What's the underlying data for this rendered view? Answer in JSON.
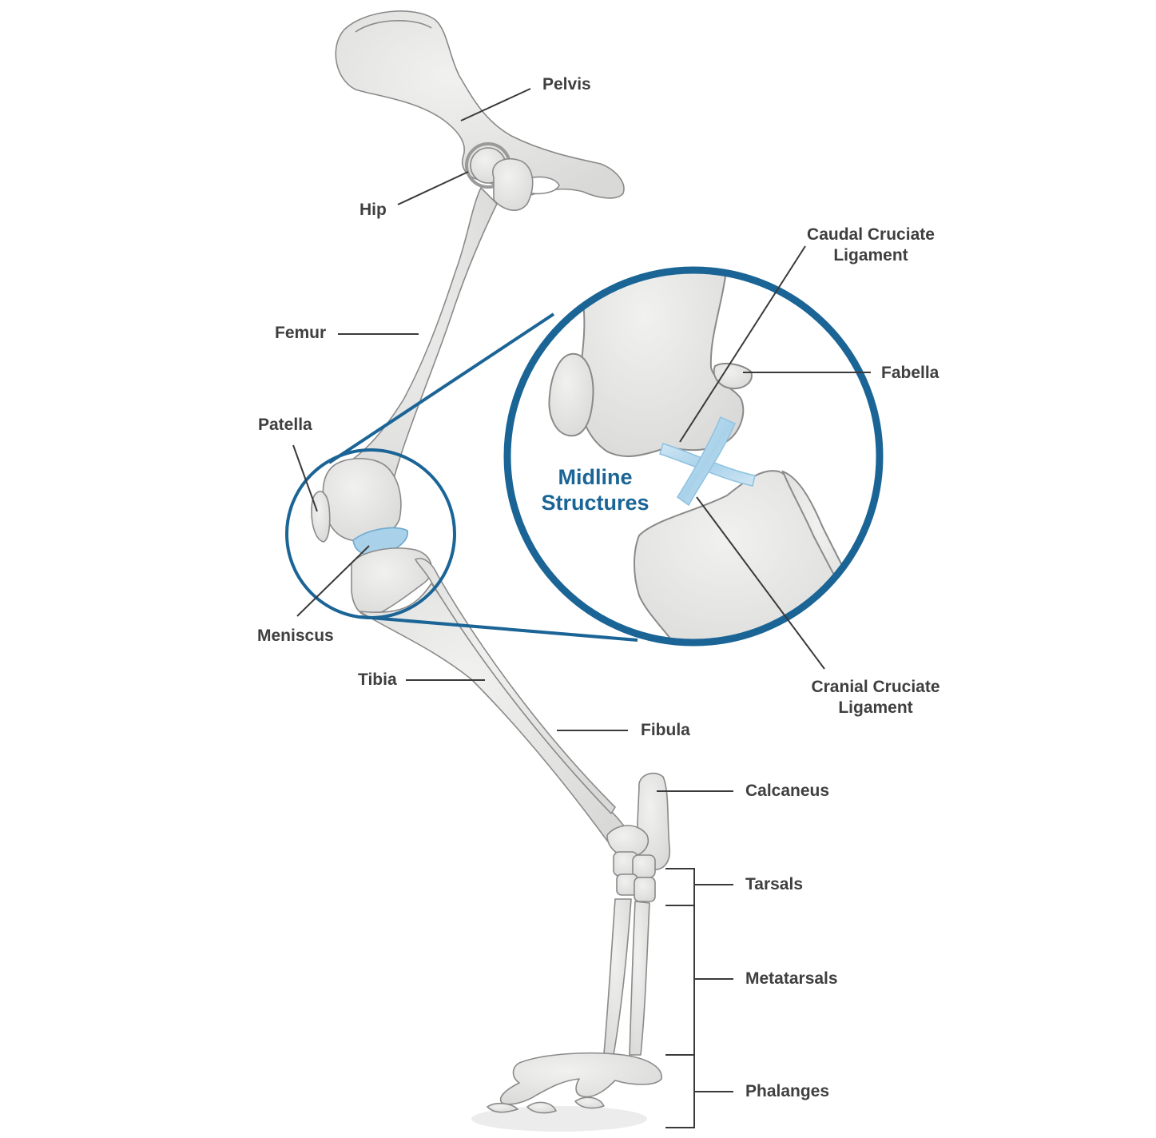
{
  "colors": {
    "bone_fill": "#e7e7e6",
    "bone_stroke": "#8a8a8a",
    "leader_line": "#3a3a3a",
    "accent_blue": "#1a6496",
    "ligament_blue": "#9fcbe6",
    "label_text": "#3f3f3f"
  },
  "labels": {
    "pelvis": "Pelvis",
    "hip": "Hip",
    "femur": "Femur",
    "patella": "Patella",
    "meniscus": "Meniscus",
    "tibia": "Tibia",
    "fibula": "Fibula",
    "calcaneus": "Calcaneus",
    "tarsals": "Tarsals",
    "metatarsals": "Metatarsals",
    "phalanges": "Phalanges",
    "caudal_cruciate_line1": "Caudal Cruciate",
    "caudal_cruciate_line2": "Ligament",
    "fabella": "Fabella",
    "cranial_cruciate_line1": "Cranial Cruciate",
    "cranial_cruciate_line2": "Ligament"
  },
  "inset": {
    "title_line1": "Midline",
    "title_line2": "Structures"
  }
}
